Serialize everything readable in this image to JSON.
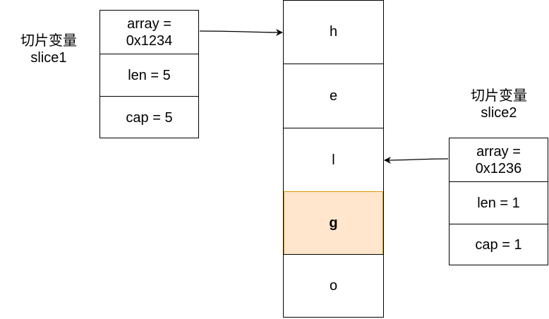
{
  "slice1": {
    "title": "切片变量",
    "name": "slice1",
    "fields": [
      "array =\n0x1234",
      "len = 5",
      "cap = 5"
    ]
  },
  "slice2": {
    "title": "切片变量",
    "name": "slice2",
    "fields": [
      "array =\n0x1236",
      "len = 1",
      "cap = 1"
    ]
  },
  "array": {
    "cells": [
      "h",
      "e",
      "l",
      "g",
      "o"
    ],
    "highlight_index": 3,
    "highlight_fill": "#ffe6cc",
    "highlight_border": "#d79b00"
  }
}
